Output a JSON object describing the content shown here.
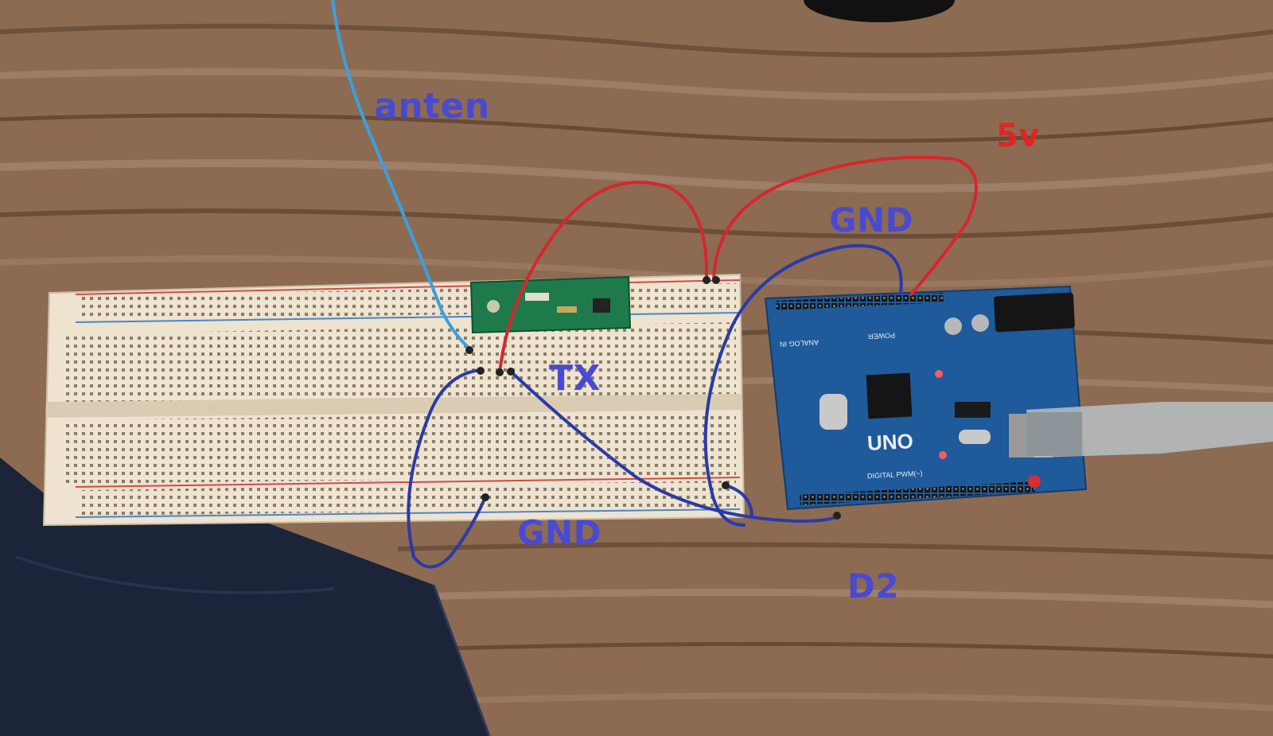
{
  "annotations": {
    "anten": "anten",
    "five_v": "5v",
    "gnd_top": "GND",
    "tx": "TX",
    "gnd_bottom": "GND",
    "d2": "D2"
  },
  "board": {
    "name": "UNO",
    "power_label": "POWER",
    "analog_label": "ANALOG IN",
    "digital_label": "DIGITAL PWM(~)"
  },
  "colors": {
    "annotation_blue": "#4a4ad0",
    "annotation_red": "#e02525",
    "wire_red": "#d8262e",
    "wire_blue": "#2a3aa8",
    "antenna_wire": "#3aa0e0",
    "pcb_blue": "#1f5a9a",
    "rf_module_green": "#1e7a4a",
    "breadboard": "#eee3cf",
    "table_wood": "#8a6a50",
    "jeans": "#1a2338"
  }
}
